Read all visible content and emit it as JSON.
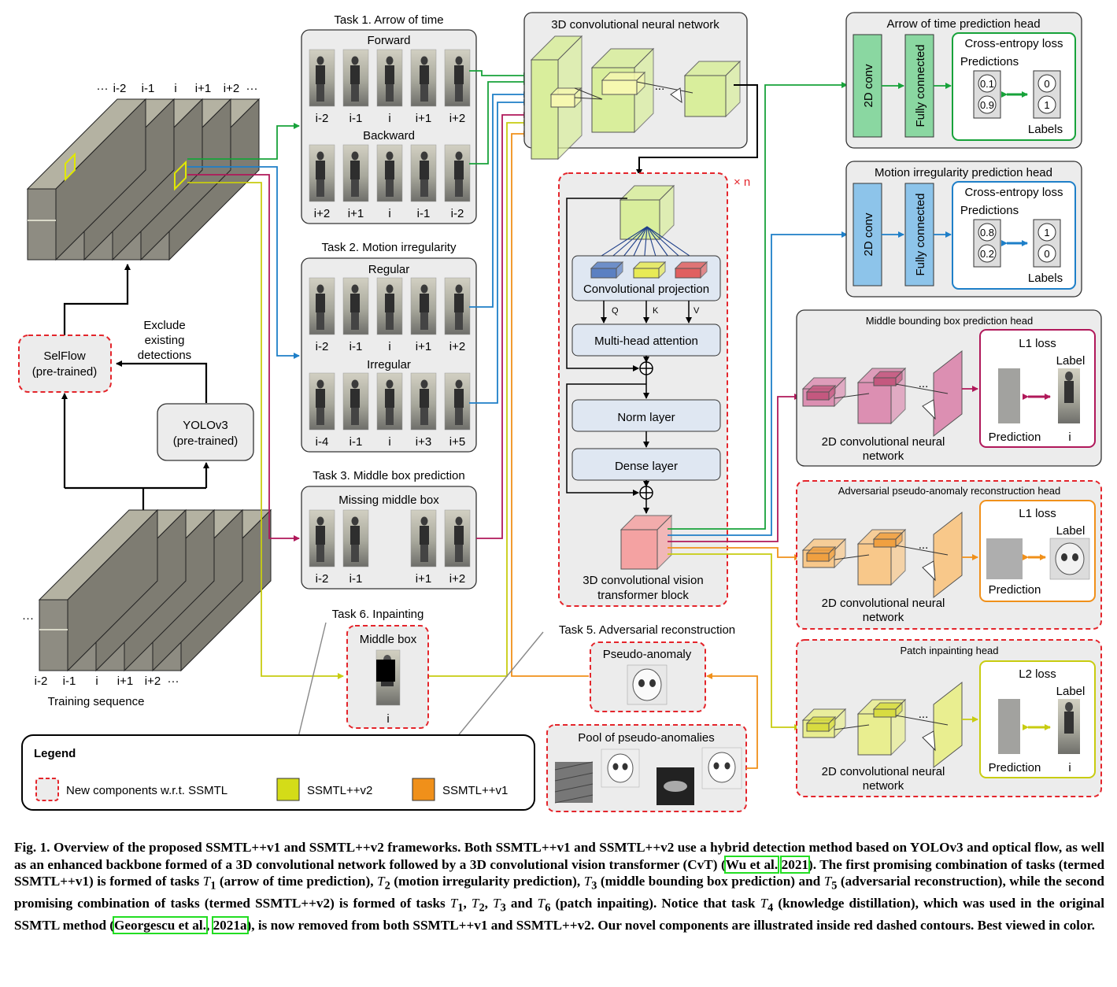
{
  "colors": {
    "green": "#17a23a",
    "blue": "#1e7fc8",
    "purple": "#b0185a",
    "orange": "#f0901a",
    "yellow": "#d4dc18",
    "red_dash": "#e4252b",
    "panel": "#ececec",
    "cube_green": "#d9ee9c",
    "cube_red": "#f08282",
    "cube_pink": "#dc8fb2",
    "cube_orange": "#f8c88a",
    "cube_yellow": "#e9ee90",
    "head_green": "#8ad7a1",
    "head_blue": "#8dc4ea",
    "light_blue": "#dfe7f2"
  },
  "seq": {
    "top_labels": [
      "···",
      "i-2",
      "i-1",
      "i",
      "i+1",
      "i+2",
      "···"
    ],
    "bottom_labels": [
      "i-2",
      "i-1",
      "i",
      "i+1",
      "i+2",
      "···"
    ],
    "ellipsis": "···",
    "caption": "Training sequence"
  },
  "selflow": {
    "line1": "SelFlow",
    "line2": "(pre-trained)"
  },
  "yolo": {
    "line1": "YOLOv3",
    "line2": "(pre-trained)"
  },
  "exclude": {
    "line1": "Exclude",
    "line2": "existing",
    "line3": "detections"
  },
  "task1": {
    "title": "Task 1. Arrow of time",
    "forward": "Forward",
    "backward": "Backward",
    "forward_labels": [
      "i-2",
      "i-1",
      "i",
      "i+1",
      "i+2"
    ],
    "backward_labels": [
      "i+2",
      "i+1",
      "i",
      "i-1",
      "i-2"
    ]
  },
  "task2": {
    "title": "Task 2. Motion irregularity",
    "regular": "Regular",
    "irregular": "Irregular",
    "regular_labels": [
      "i-2",
      "i-1",
      "i",
      "i+1",
      "i+2"
    ],
    "irregular_labels": [
      "i-4",
      "i-1",
      "i",
      "i+3",
      "i+5"
    ]
  },
  "task3": {
    "title": "Task 3. Middle box prediction",
    "subtitle": "Missing middle box",
    "labels": [
      "i-2",
      "i-1",
      "i+1",
      "i+2"
    ]
  },
  "task6": {
    "title": "Task 6. Inpainting",
    "box_title": "Middle box",
    "label": "i"
  },
  "task5": {
    "title": "Task 5. Adversarial reconstruction",
    "pseudo": "Pseudo-anomaly",
    "pool": "Pool of pseudo-anomalies"
  },
  "cnn3d": {
    "title": "3D convolutional neural network",
    "dots": "..."
  },
  "cvt": {
    "times_n": "× n",
    "conv_proj": "Convolutional projection",
    "q": "Q",
    "k": "K",
    "v": "V",
    "mha": "Multi-head attention",
    "norm": "Norm layer",
    "dense": "Dense layer",
    "label1": "3D convolutional vision",
    "label2": "transformer block"
  },
  "head_aot": {
    "title": "Arrow of time prediction head",
    "conv": "2D conv",
    "fc": "Fully connected",
    "loss": "Cross-entropy loss",
    "pred": "Predictions",
    "p1": "0.1",
    "p2": "0.9",
    "l1": "0",
    "l2": "1",
    "labels": "Labels"
  },
  "head_mi": {
    "title": "Motion irregularity prediction head",
    "conv": "2D conv",
    "fc": "Fully connected",
    "loss": "Cross-entropy loss",
    "pred": "Predictions",
    "p1": "0.8",
    "p2": "0.2",
    "l1": "1",
    "l2": "0",
    "labels": "Labels"
  },
  "head_mbb": {
    "title": "Middle bounding box prediction head",
    "net1": "2D convolutional neural",
    "net2": "network",
    "loss": "L1 loss",
    "label": "Label",
    "prediction": "Prediction",
    "i": "i",
    "dots": "..."
  },
  "head_adv": {
    "title": "Adversarial pseudo-anomaly reconstruction head",
    "net1": "2D convolutional neural",
    "net2": "network",
    "loss": "L1 loss",
    "label": "Label",
    "prediction": "Prediction",
    "dots": "..."
  },
  "head_inp": {
    "title": "Patch inpainting head",
    "net1": "2D convolutional neural",
    "net2": "network",
    "loss": "L2 loss",
    "label": "Label",
    "prediction": "Prediction",
    "i": "i",
    "dots": "..."
  },
  "legend": {
    "title": "Legend",
    "new": "New components w.r.t. SSMTL",
    "v2": "SSMTL++v2",
    "v1": "SSMTL++v1"
  },
  "caption": {
    "p1": "Fig. 1. Overview of the proposed SSMTL++v1 and SSMTL++v2 frameworks.  Both SSMTL++v1 and SSMTL++v2 use a hybrid detection method based on YOLOv3 and optical flow, as well as an enhanced backbone formed of a 3D convolutional network followed by a 3D convolutional vision transformer (CvT) (",
    "cite1a": "Wu et al.",
    "sep": " ",
    "cite1b": "2021",
    "p2": ").  The first promising combination of tasks (termed SSMTL++v1) is formed of tasks ",
    "t1": "T",
    "s1": "1",
    "p3": " (arrow of time prediction), ",
    "t2": "T",
    "s2": "2",
    "p4": " (motion irregularity prediction), ",
    "t3": "T",
    "s3": "3",
    "p5": " (middle bounding box prediction) and ",
    "t5": "T",
    "s5": "5",
    "p6": " (adversarial reconstruction), while the second promising combination of tasks (termed SSMTL++v2) is formed of tasks ",
    "t1b": "T",
    "s1b": "1",
    "c1": ", ",
    "t2b": "T",
    "s2b": "2",
    "c2": ", ",
    "t3b": "T",
    "s3b": "3",
    "p7": " and ",
    "t6": "T",
    "s6": "6",
    "p8": " (patch inpaiting).  Notice that task ",
    "t4": "T",
    "s4": "4",
    "p9": " (knowledge distillation), which was used in the original SSMTL method (",
    "cite2a": "Georgescu et al.",
    "sep2": ", ",
    "cite2b": "2021a",
    "p10": "), is now removed from both SSMTL++v1 and SSMTL++v2. Our novel components are illustrated inside red dashed contours. Best viewed in color."
  }
}
